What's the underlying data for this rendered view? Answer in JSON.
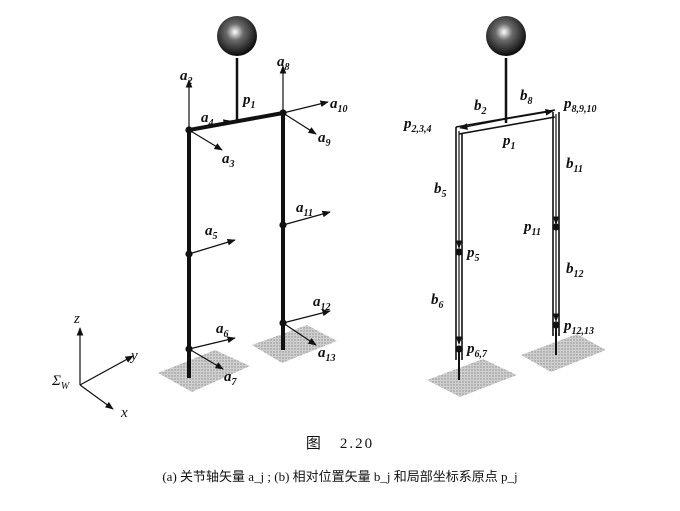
{
  "figure": {
    "title": "图　2.20",
    "caption": "(a) 关节轴矢量 a_j ; (b) 相对位置矢量 b_j 和局部坐标系原点 p_j"
  },
  "world_frame": {
    "z": "z",
    "y": "y",
    "x": "x",
    "sigma": "Σ",
    "sigma_sub": "W"
  },
  "panel_a": {
    "labels": {
      "a2": {
        "base": "a",
        "sub": "2"
      },
      "a3": {
        "base": "a",
        "sub": "3"
      },
      "a4": {
        "base": "a",
        "sub": "4"
      },
      "a5": {
        "base": "a",
        "sub": "5"
      },
      "a6": {
        "base": "a",
        "sub": "6"
      },
      "a7": {
        "base": "a",
        "sub": "7"
      },
      "a8": {
        "base": "a",
        "sub": "8"
      },
      "a9": {
        "base": "a",
        "sub": "9"
      },
      "a10": {
        "base": "a",
        "sub": "10"
      },
      "a11": {
        "base": "a",
        "sub": "11"
      },
      "a12": {
        "base": "a",
        "sub": "12"
      },
      "a13": {
        "base": "a",
        "sub": "13"
      },
      "p1": {
        "base": "p",
        "sub": "1"
      }
    }
  },
  "panel_b": {
    "labels": {
      "b2": {
        "base": "b",
        "sub": "2"
      },
      "b5": {
        "base": "b",
        "sub": "5"
      },
      "b6": {
        "base": "b",
        "sub": "6"
      },
      "b8": {
        "base": "b",
        "sub": "8"
      },
      "b11": {
        "base": "b",
        "sub": "11"
      },
      "b12": {
        "base": "b",
        "sub": "12"
      },
      "p1": {
        "base": "p",
        "sub": "1"
      },
      "p234": {
        "base": "p",
        "sub": "2,3,4"
      },
      "p5": {
        "base": "p",
        "sub": "5"
      },
      "p67": {
        "base": "p",
        "sub": "6,7"
      },
      "p8910": {
        "base": "p",
        "sub": "8,9,10"
      },
      "p11": {
        "base": "p",
        "sub": "11"
      },
      "p1213": {
        "base": "p",
        "sub": "12,13"
      }
    }
  }
}
